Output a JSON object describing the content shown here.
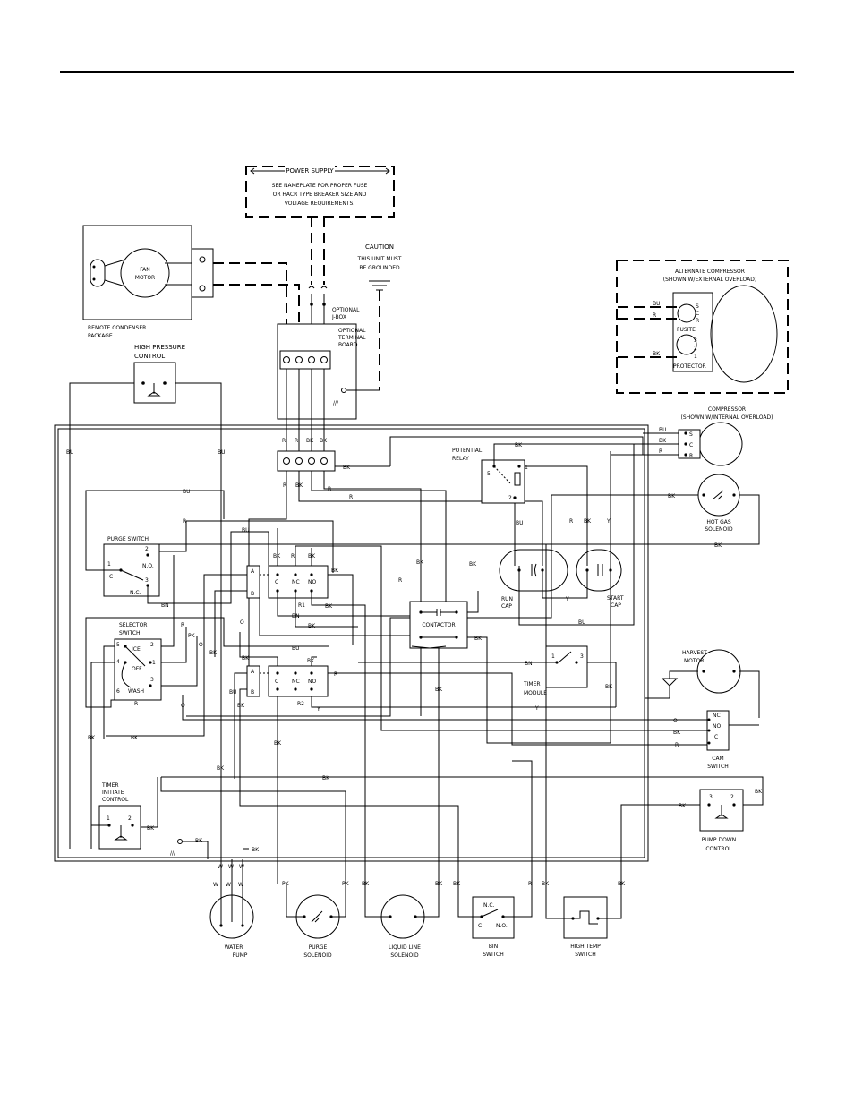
{
  "power_supply": {
    "title": "POWER SUPPLY",
    "note1": "SEE NAMEPLATE FOR PROPER FUSE",
    "note2": "OR HACR TYPE BREAKER SIZE AND",
    "note3": "VOLTAGE REQUIREMENTS."
  },
  "caution": {
    "title": "CAUTION",
    "line1": "THIS UNIT MUST",
    "line2": "BE GROUNDED"
  },
  "condenser": {
    "motor1": "FAN",
    "motor2": "MOTOR",
    "label1": "REMOTE CONDENSER",
    "label2": "PACKAGE"
  },
  "junction": {
    "jbox1": "OPTIONAL",
    "jbox2": "J-BOX",
    "tb1": "OPTIONAL",
    "tb2": "TERMINAL",
    "tb3": "BOARD"
  },
  "high_pressure": {
    "line1": "HIGH PRESSURE",
    "line2": "CONTROL"
  },
  "alt_compressor": {
    "title1": "ALTERNATE COMPRESSOR",
    "title2": "(SHOWN W/EXTERNAL OVERLOAD)",
    "fusite": "FUSITE",
    "protector": "PROTECTOR",
    "t_s": "S",
    "t_c": "C",
    "t_r": "R",
    "t_1": "1",
    "t_2": "2",
    "t_3": "3"
  },
  "compressor": {
    "line1": "COMPRESSOR",
    "line2": "(SHOWN W/INTERNAL OVERLOAD)",
    "t_s": "S",
    "t_c": "C",
    "t_r": "R"
  },
  "potential_relay": {
    "line1": "POTENTIAL",
    "line2": "RELAY",
    "t5": "5",
    "t1": "1",
    "t2": "2"
  },
  "hot_gas": {
    "line1": "HOT GAS",
    "line2": "SOLENOID"
  },
  "purge_switch": {
    "title": "PURGE SWITCH",
    "no": "N.O.",
    "nc": "N.C.",
    "c": "C",
    "t1": "1",
    "t2": "2",
    "t3": "3"
  },
  "relay1": {
    "a": "A",
    "b": "B",
    "c": "C",
    "nc": "NC",
    "no": "NO",
    "label": "R1"
  },
  "relay2": {
    "a": "A",
    "b": "B",
    "c": "C",
    "nc": "NC",
    "no": "NO",
    "label": "R2"
  },
  "run_cap": {
    "line1": "RUN",
    "line2": "CAP"
  },
  "start_cap": {
    "line1": "START",
    "line2": "CAP"
  },
  "contactor": {
    "label": "CONTACTOR"
  },
  "selector": {
    "line1": "SELECTOR",
    "line2": "SWITCH",
    "ice": "ICE",
    "off": "OFF",
    "wash": "WASH",
    "n2": "2",
    "n1": "1",
    "n3": "3",
    "n4": "4",
    "n5": "5",
    "n6": "6"
  },
  "harvest": {
    "line1": "HARVEST",
    "line2": "MOTOR"
  },
  "timer_module": {
    "line1": "TIMER",
    "line2": "MODULE",
    "t1": "1",
    "t3": "3"
  },
  "cam_switch": {
    "line1": "CAM",
    "line2": "SWITCH",
    "nc": "NC",
    "no": "NO",
    "c": "C"
  },
  "timer_initiate": {
    "line1": "TIMER",
    "line2": "INITIATE",
    "line3": "CONTROL",
    "t1": "1",
    "t2": "2"
  },
  "pump_down": {
    "line1": "PUMP DOWN",
    "line2": "CONTROL",
    "t3": "3",
    "t2": "2"
  },
  "water_pump": {
    "line1": "WATER",
    "line2": "PUMP"
  },
  "purge_solenoid": {
    "line1": "PURGE",
    "line2": "SOLENOID"
  },
  "liquid_line": {
    "line1": "LIQUID LINE",
    "line2": "SOLENOID"
  },
  "bin_switch": {
    "line1": "BIN",
    "line2": "SWITCH",
    "nc": "N.C.",
    "no": "N.O.",
    "c": "C"
  },
  "high_temp": {
    "line1": "HIGH TEMP",
    "line2": "SWITCH"
  },
  "wire_colors": {
    "bu": "BU",
    "bk": "BK",
    "r": "R",
    "bn": "BN",
    "o": "O",
    "y": "Y",
    "pk": "PK",
    "w": "W"
  },
  "ground_mark": "///"
}
